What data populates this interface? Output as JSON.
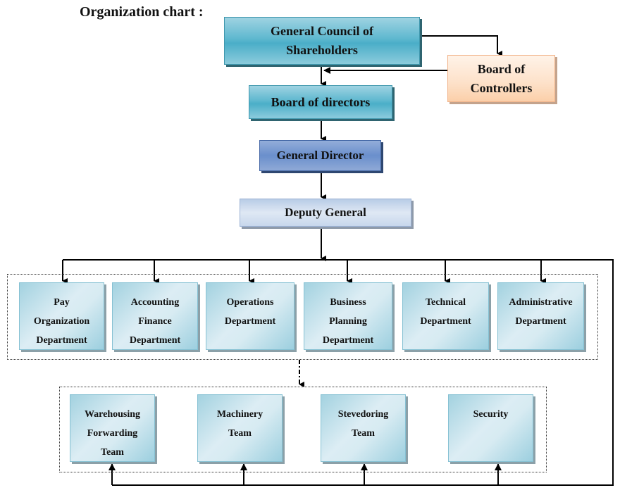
{
  "title": "Organization chart :",
  "top": {
    "shareholders": [
      "General Council of",
      "Shareholders"
    ],
    "controllers": [
      "Board of",
      "Controllers"
    ],
    "directors": "Board of directors",
    "general_director": "General Director",
    "deputy_general": "Deputy General"
  },
  "departments": [
    {
      "lines": [
        "Pay",
        "Organization",
        "Department"
      ]
    },
    {
      "lines": [
        "Accounting",
        "Finance",
        "Department"
      ]
    },
    {
      "lines": [
        "Operations",
        "Department"
      ]
    },
    {
      "lines": [
        "Business",
        "Planning",
        "Department"
      ]
    },
    {
      "lines": [
        "Technical",
        "Department"
      ]
    },
    {
      "lines": [
        "Administrative",
        "Department"
      ]
    }
  ],
  "teams": [
    {
      "lines": [
        "Warehousing",
        "Forwarding",
        "Team"
      ]
    },
    {
      "lines": [
        "Machinery",
        "Team"
      ]
    },
    {
      "lines": [
        "Stevedoring",
        "Team"
      ]
    },
    {
      "lines": [
        "Security"
      ]
    }
  ]
}
